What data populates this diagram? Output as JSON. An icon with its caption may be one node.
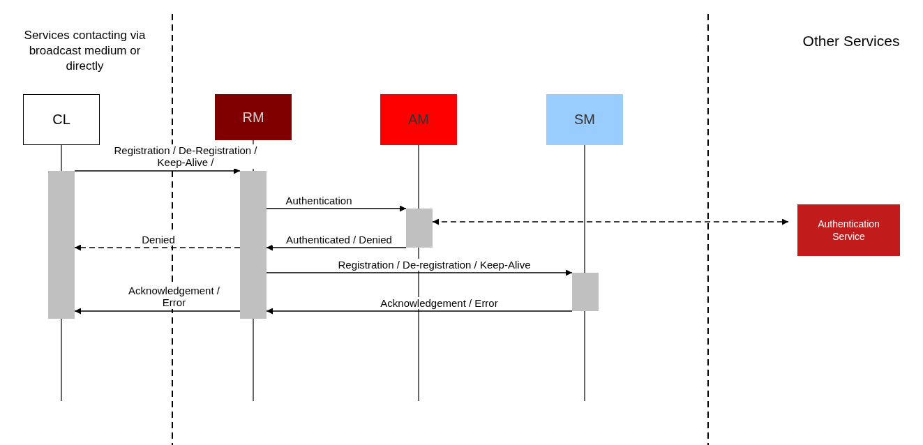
{
  "diagram": {
    "nodes": [
      {
        "text": [
          "CL"
        ]
      },
      {
        "text": [
          "RM"
        ]
      },
      {
        "text": [
          "AM"
        ]
      },
      {
        "text": [
          "SM"
        ]
      },
      {
        "text": [
          "Authentication Service"
        ]
      },
      {
        "text": [],
        "shape": "bar"
      },
      {
        "text": [],
        "shape": "bar"
      },
      {
        "text": [],
        "shape": "bar"
      },
      {
        "text": [],
        "shape": "bar"
      }
    ],
    "edges": [
      {
        "from": 5,
        "to": 6,
        "arrow": "to",
        "label": "Registration / De-Registration / Keep-Alive /"
      },
      {
        "from": 6,
        "to": 7,
        "arrow": "to",
        "label": "Authentication"
      },
      {
        "from": 7,
        "to": 4,
        "arrow": "both",
        "style": "dashed"
      },
      {
        "from": 7,
        "to": 6,
        "arrow": "to",
        "label": "Authenticated / Denied"
      },
      {
        "from": 6,
        "to": 5,
        "arrow": "to",
        "style": "dashed",
        "label": "Denied"
      },
      {
        "from": 6,
        "to": 8,
        "arrow": "to",
        "label": "Registration / De-registration / Keep-Alive"
      },
      {
        "from": 8,
        "to": 6,
        "arrow": "to",
        "label": "Acknowledgement / Error"
      },
      {
        "from": 6,
        "to": 5,
        "arrow": "to",
        "label": "Acknowledgement / Error"
      }
    ],
    "labels": [
      "Services contacting via broadcast medium or directly",
      "Other Services"
    ]
  }
}
